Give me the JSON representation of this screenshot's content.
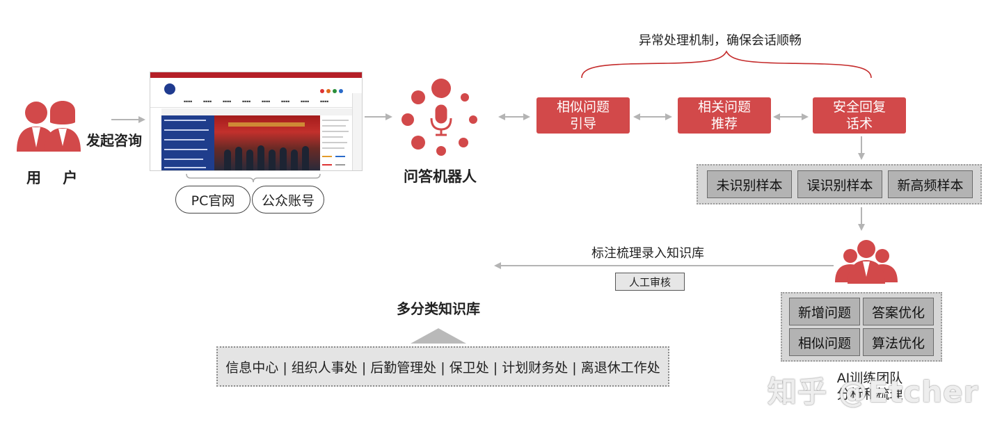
{
  "user": {
    "label": "用 户"
  },
  "consult": {
    "label": "发起咨询"
  },
  "channels": [
    {
      "label": "PC官网"
    },
    {
      "label": "公众账号"
    }
  ],
  "robot": {
    "label": "问答机器人"
  },
  "exception": {
    "label": "异常处理机制，确保会话顺畅"
  },
  "strategies": [
    {
      "line1": "相似问题",
      "line2": "引导"
    },
    {
      "line1": "相关问题",
      "line2": "推荐"
    },
    {
      "line1": "安全回复",
      "line2": "话术"
    }
  ],
  "samples": [
    {
      "label": "未识别样本"
    },
    {
      "label": "误识别样本"
    },
    {
      "label": "新高频样本"
    }
  ],
  "annotate": {
    "label": "标注梳理录入知识库",
    "review": "人工审核"
  },
  "knowledge_base": {
    "title": "多分类知识库",
    "departments": "信息中心 | 组织人事处 | 后勤管理处 | 保卫处 | 计划财务处 | 离退休工作处"
  },
  "team_tasks": [
    {
      "label": "新增问题"
    },
    {
      "label": "答案优化"
    },
    {
      "label": "相似问题"
    },
    {
      "label": "算法优化"
    }
  ],
  "team": {
    "line1": "AI训练团队",
    "line2": "分析和梳理"
  },
  "watermark": {
    "text": "知乎 @Etcher"
  },
  "colors": {
    "accent_red": "#d2494a",
    "panel_gray": "#d6d6d6",
    "arrow_gray": "#b4b4b4"
  }
}
